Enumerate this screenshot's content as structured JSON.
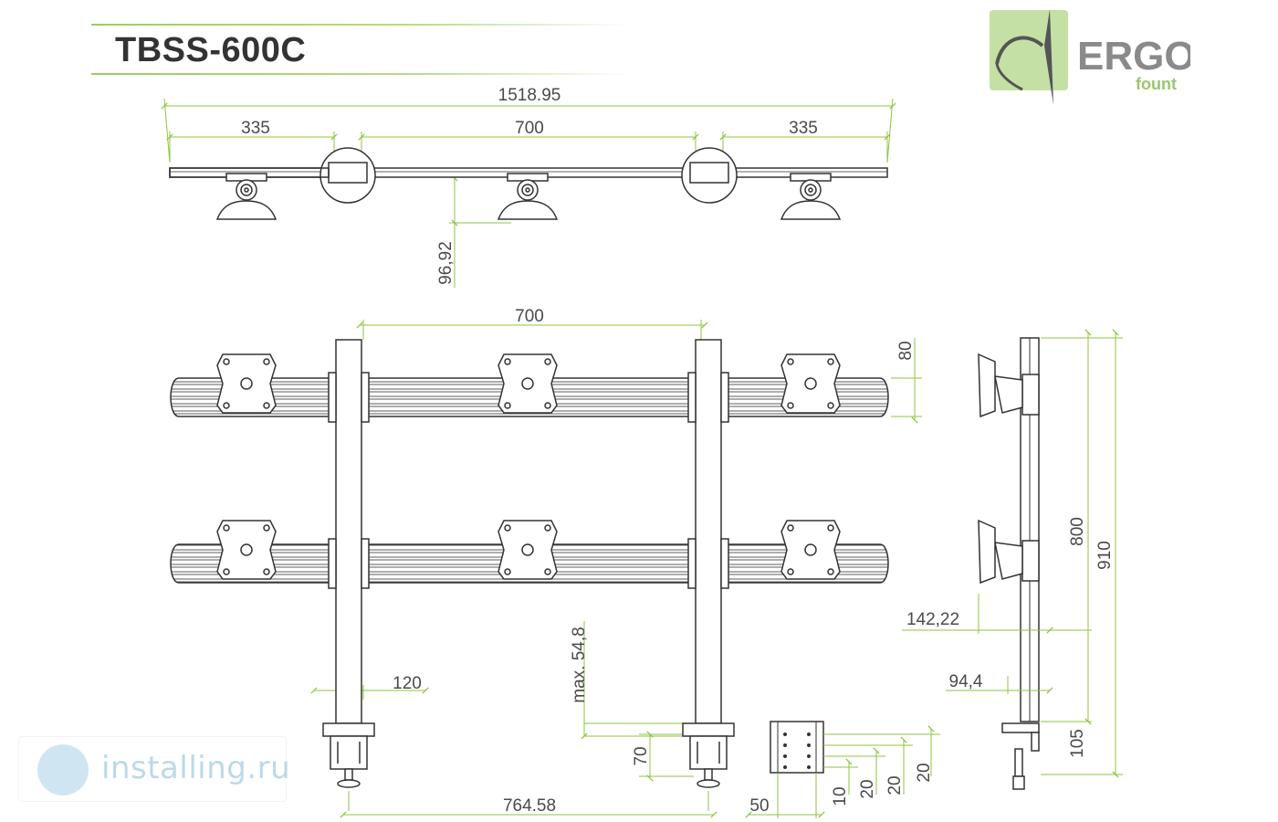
{
  "header": {
    "model": "TBSS-600C"
  },
  "brand": {
    "name": "ERGO",
    "sub": "fount",
    "accent": "#b5d88a",
    "text_color": "#8a8a8a"
  },
  "watermark": {
    "text": "installing.ru",
    "color": "#bcd9e8"
  },
  "colors": {
    "dimension": "#8cc43f",
    "dimension_text": "#4a4a4a",
    "drawing": "#333333"
  },
  "top_view": {
    "total_width": "1518.95",
    "left_span": "335",
    "center_span": "700",
    "right_span": "335",
    "depth": "96,92"
  },
  "front_view": {
    "pole_spacing": "700",
    "bar_height": "80",
    "pole_width": "120",
    "clamp_max": "max. 54,8",
    "clamp_height": "70",
    "base_spacing": "764.58"
  },
  "clamp_detail": {
    "width": "50",
    "hole_10": "10",
    "hole_20a": "20",
    "hole_20b": "20",
    "hole_20c": "20"
  },
  "side_view": {
    "height_800": "800",
    "height_910": "910",
    "offset_142": "142,22",
    "offset_94": "94,4",
    "base_105": "105"
  }
}
